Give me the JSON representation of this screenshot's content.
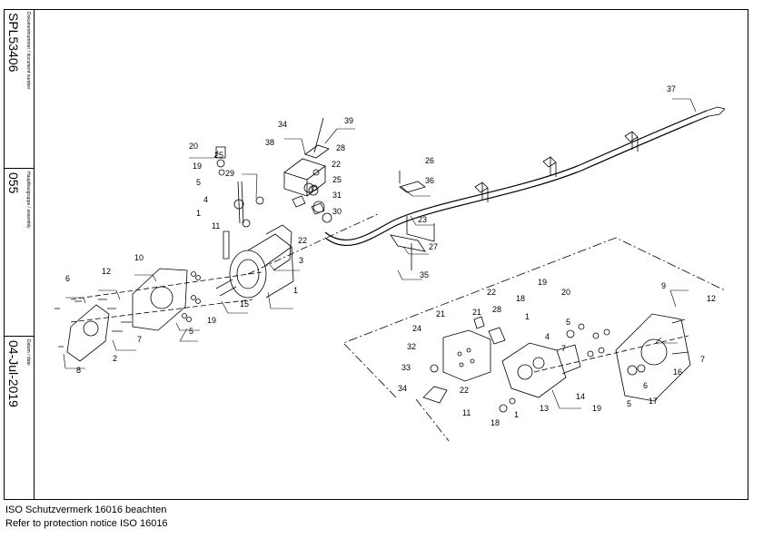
{
  "title_block": {
    "document_number": "SPL53406",
    "document_number_label": "Dokumentnummer / document number",
    "main_assembly": "055",
    "main_assembly_label": "Hauptbaugruppe / assembly",
    "date": "04-Jul-2019",
    "date_label": "Datum / date"
  },
  "footer": {
    "line1": "ISO Schutzvermerk 16016 beachten",
    "line2": "Refer to protection notice ISO 16016"
  },
  "callouts": {
    "c37": "37",
    "c39": "39",
    "c34a": "34",
    "c28a": "28",
    "c38": "38",
    "c22a": "22",
    "c25a": "25",
    "c20a": "20",
    "c19a": "19",
    "c5a": "5",
    "c29": "29",
    "c25b": "25",
    "c31": "31",
    "c4a": "4",
    "c1a": "1",
    "c30": "30",
    "c11a": "11",
    "c22b": "22",
    "c26": "26",
    "c36": "36",
    "c23": "23",
    "c27": "27",
    "c35": "35",
    "c3": "3",
    "c10": "10",
    "c6a": "6",
    "c12a": "12",
    "c1b": "1",
    "c15": "15",
    "c19b": "19",
    "c5b": "5",
    "c7a": "7",
    "c2": "2",
    "c8": "8",
    "c22c": "22",
    "c19c": "19",
    "c20b": "20",
    "c18a": "18",
    "c1c": "1",
    "c5c": "5",
    "c21a": "21",
    "c28b": "28",
    "c21b": "21",
    "c24": "24",
    "c32": "32",
    "c33": "33",
    "c34b": "34",
    "c22d": "22",
    "c4b": "4",
    "c7b": "7",
    "c9": "9",
    "c12b": "12",
    "c7c": "7",
    "c16": "16",
    "c6b": "6",
    "c17": "17",
    "c14": "14",
    "c19d": "19",
    "c5d": "5",
    "c13": "13",
    "c11b": "11",
    "c18b": "18",
    "c1d": "1"
  }
}
